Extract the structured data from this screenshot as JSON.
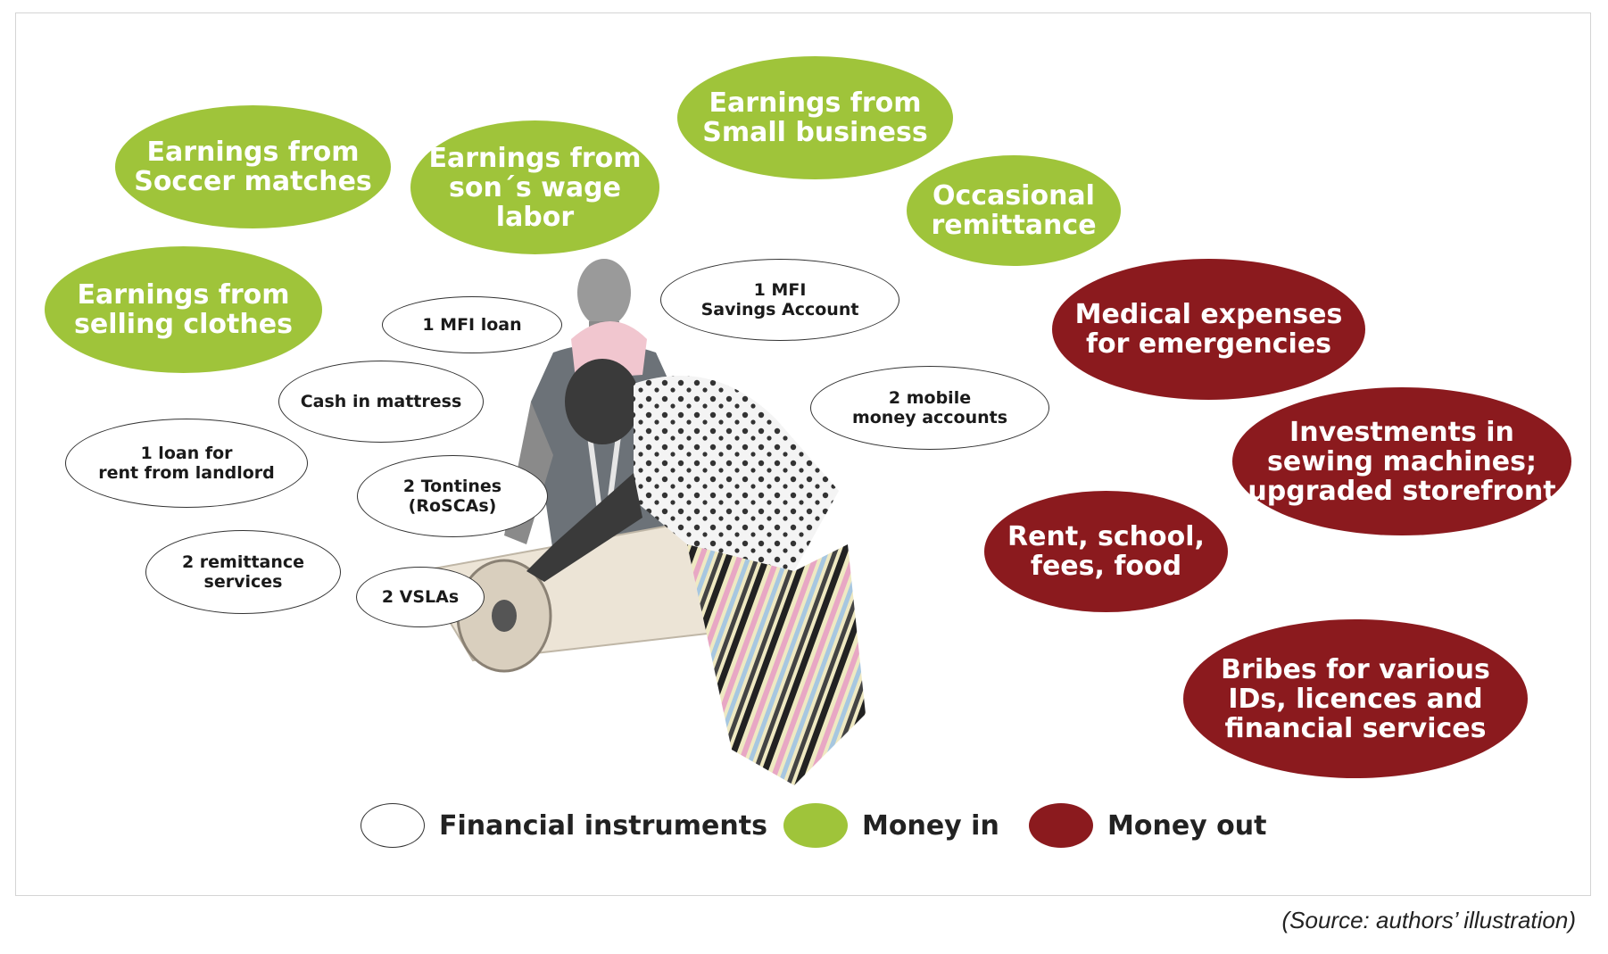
{
  "money_in": [
    {
      "id": "soccer",
      "label": "Earnings from\nSoccer matches"
    },
    {
      "id": "wage",
      "label": "Earnings from\nson´s wage labor"
    },
    {
      "id": "small",
      "label": "Earnings from\nSmall business"
    },
    {
      "id": "remit",
      "label": "Occasional\nremittance"
    },
    {
      "id": "clothes",
      "label": "Earnings from\nselling clothes"
    }
  ],
  "money_out": [
    {
      "id": "medical",
      "label": "Medical expenses\nfor emergencies"
    },
    {
      "id": "invest",
      "label": "Investments in\nsewing machines;\nupgraded storefront"
    },
    {
      "id": "rent",
      "label": "Rent, school,\nfees, food"
    },
    {
      "id": "bribes",
      "label": "Bribes for various\nIDs, licences and\nfinancial services"
    }
  ],
  "instruments": [
    {
      "id": "mfi-loan",
      "label": "1 MFI loan"
    },
    {
      "id": "mfi-savings",
      "label": "1 MFI\nSavings Account"
    },
    {
      "id": "mattress",
      "label": "Cash in mattress"
    },
    {
      "id": "mobile",
      "label": "2 mobile\nmoney accounts"
    },
    {
      "id": "landlord",
      "label": "1 loan for\nrent from landlord"
    },
    {
      "id": "tontines",
      "label": "2 Tontines\n(RoSCAs)"
    },
    {
      "id": "remittance",
      "label": "2 remittance\nservices"
    },
    {
      "id": "vslas",
      "label": "2 VSLAs"
    }
  ],
  "legend": [
    {
      "label": "Financial instruments",
      "color": "#ffffff"
    },
    {
      "label": "Money in",
      "color": "#9fc43a"
    },
    {
      "label": "Money out",
      "color": "#8b1a1e"
    }
  ],
  "source": "(Source: authors’ illustration)",
  "colors": {
    "money_in": "#9fc43a",
    "money_out": "#8b1a1e",
    "instrument_border": "#333333"
  }
}
